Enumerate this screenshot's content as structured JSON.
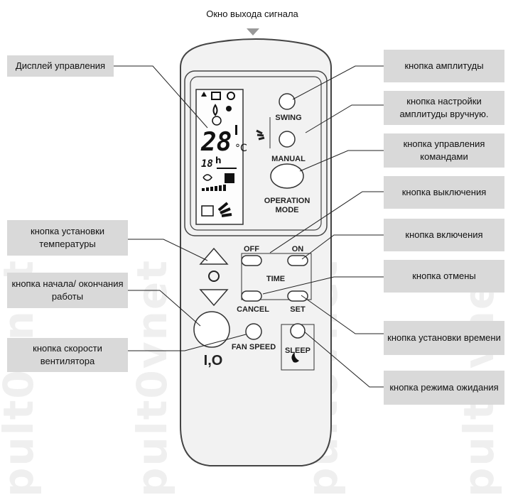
{
  "header": {
    "title": "Окно выхода сигнала"
  },
  "labels": {
    "display": "Дисплей управления",
    "swing": "кнопка амплитуды",
    "manual": "кнопка настройки амплитуды вручную.",
    "operation": "кнопка управления командами",
    "off": "кнопка выключения",
    "on": "кнопка включения",
    "cancel": "кнопка отмены",
    "set": "кнопка установки времени",
    "sleep": "кнопка режима ожидания",
    "temp": "кнопка установки температуры",
    "power": "кнопка начала/ окончания работы",
    "fan": "кнопка скорости вентилятора"
  },
  "buttons": {
    "swing": "SWING",
    "manual": "MANUAL",
    "operation_1": "OPERATION",
    "operation_2": "MODE",
    "off": "OFF",
    "on": "ON",
    "time": "TIME",
    "cancel": "CANCEL",
    "set": "SET",
    "fan": "FAN SPEED",
    "sleep": "SLEEP",
    "power": "I,O"
  },
  "display": {
    "temperature": "28",
    "unit": "°C",
    "hours": "18",
    "hour_unit": "h"
  },
  "watermark": "pult0vnet",
  "colors": {
    "label_bg": "#d9d9d9",
    "line": "#333333",
    "body": "#f2f2f2"
  }
}
